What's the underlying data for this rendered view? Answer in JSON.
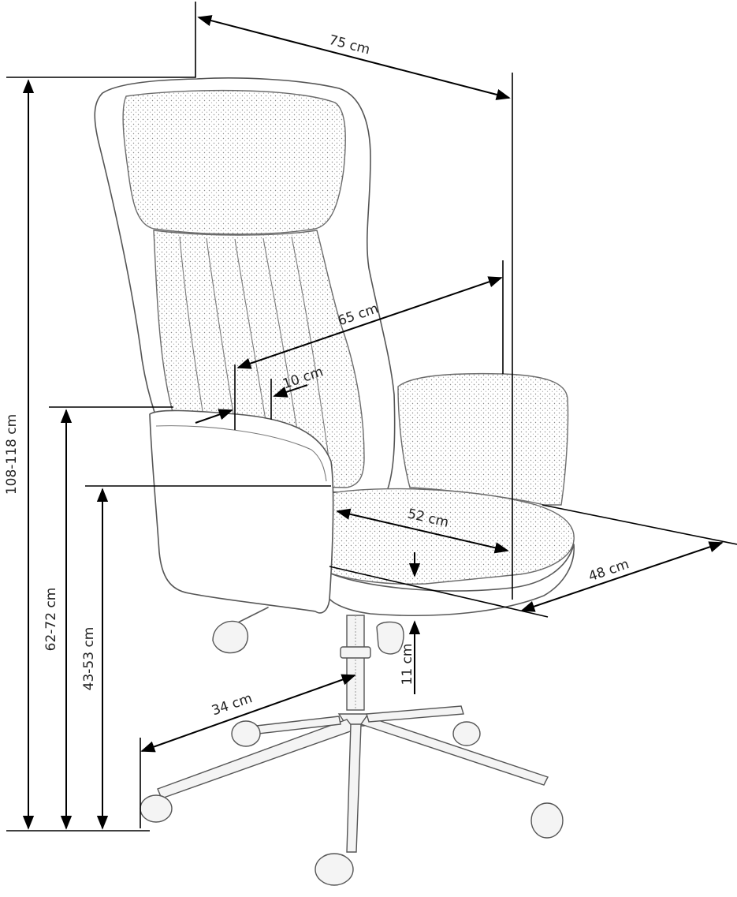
{
  "dimensions": {
    "width": "75 cm",
    "backrest_width": "65 cm",
    "lumbar": "10 cm",
    "seat_width": "52 cm",
    "seat_depth": "48 cm",
    "total_height": "108-118 cm",
    "armrest_height": "62-72 cm",
    "seat_height": "43-53 cm",
    "seat_thickness": "11 cm",
    "base_radius": "34 cm"
  },
  "colors": {
    "dimension_line": "#000000",
    "sketch_line": "#5a5a5a"
  }
}
